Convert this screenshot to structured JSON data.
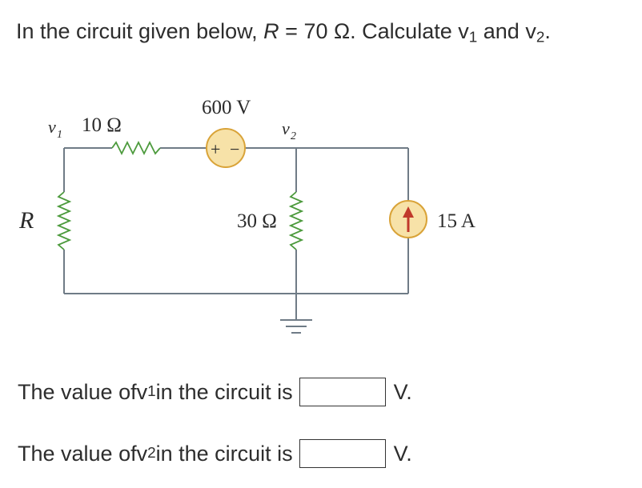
{
  "question": {
    "prefix": "In the circuit given below, ",
    "R_symbol": "R",
    "R_value": " = 70 Ω. Calculate ",
    "v1_v": "v",
    "v1_sub": "1",
    "and_text": " and ",
    "v2_v": "v",
    "v2_sub": "2",
    "suffix": "."
  },
  "diagram": {
    "labels": {
      "v1_node": "v",
      "v1_node_sub": "1",
      "r10": "10 Ω",
      "source600": "600 V",
      "v2_node": "v",
      "v2_node_sub": "2",
      "r_left": "R",
      "r30": "30 Ω",
      "current": "15 A",
      "plus": "+",
      "minus": "−"
    }
  },
  "answers": [
    {
      "prefix": "The value of ",
      "var": "v",
      "sub": "1",
      "suffix": " in the circuit is",
      "unit": "V."
    },
    {
      "prefix": "The value of ",
      "var": "v",
      "sub": "2",
      "suffix": " in the circuit is",
      "unit": "V."
    }
  ],
  "colors": {
    "wire": "#6f7b86",
    "source_fill": "#f7e2a8",
    "source_stroke": "#d9a338",
    "resistor": "#4c9a3c",
    "arrow": "#c0392b"
  }
}
